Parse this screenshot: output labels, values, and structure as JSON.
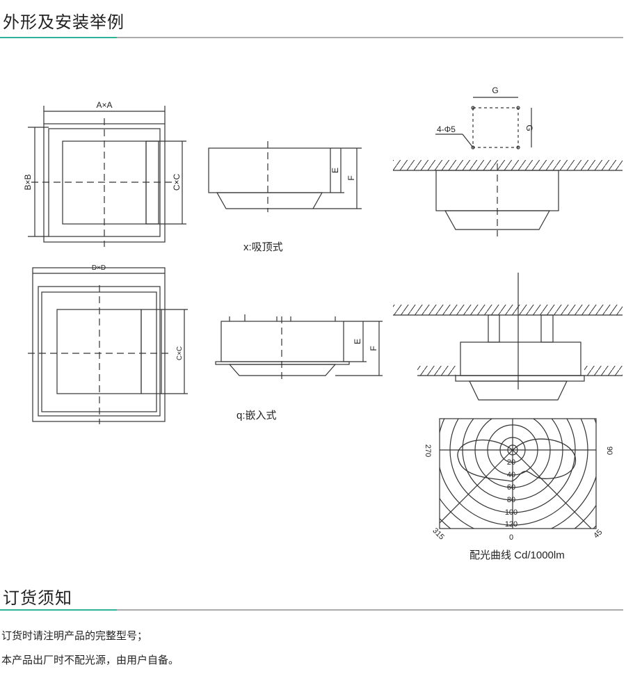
{
  "section1": {
    "title": "外形及安装举例"
  },
  "section2": {
    "title": "订货须知",
    "lines": [
      "订货时请注明产品的完整型号；",
      "本产品出厂时不配光源，由用户自备。"
    ]
  },
  "colors": {
    "accent": "#2db39a",
    "rule": "#aaaaaa"
  },
  "drawings": {
    "dims": {
      "axa": "A×A",
      "bxb": "B×B",
      "cxc": "C×C",
      "dxd": "D×D",
      "e": "E",
      "f": "F",
      "g": "G",
      "holes": "4-Φ5"
    },
    "label_x": "x:吸顶式",
    "label_q": "q:嵌入式"
  },
  "polar": {
    "caption": "配光曲线 Cd/1000lm",
    "angles": {
      "left": "270",
      "right": "90",
      "bottom_left": "315",
      "bottom": "0",
      "bottom_right": "45"
    },
    "rings": [
      "20",
      "40",
      "60",
      "80",
      "100",
      "120"
    ]
  }
}
